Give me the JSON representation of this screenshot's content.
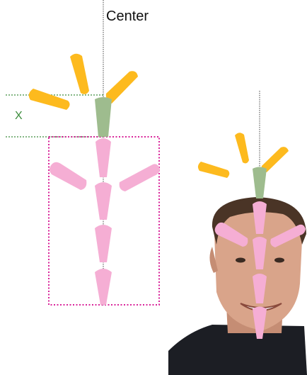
{
  "labels": {
    "center": "Center",
    "x": "X"
  },
  "colors": {
    "yellow": "#FDBA1E",
    "green": "#9EBC8E",
    "pink": "#F5AED4",
    "magenta_box": "#D9249A",
    "guide_green": "#3C8C3C",
    "skin": "#D9A48A",
    "hair": "#4A3426",
    "shirt": "#1C1E24"
  },
  "icons": [
    "sunburst-icon",
    "face-photo"
  ]
}
